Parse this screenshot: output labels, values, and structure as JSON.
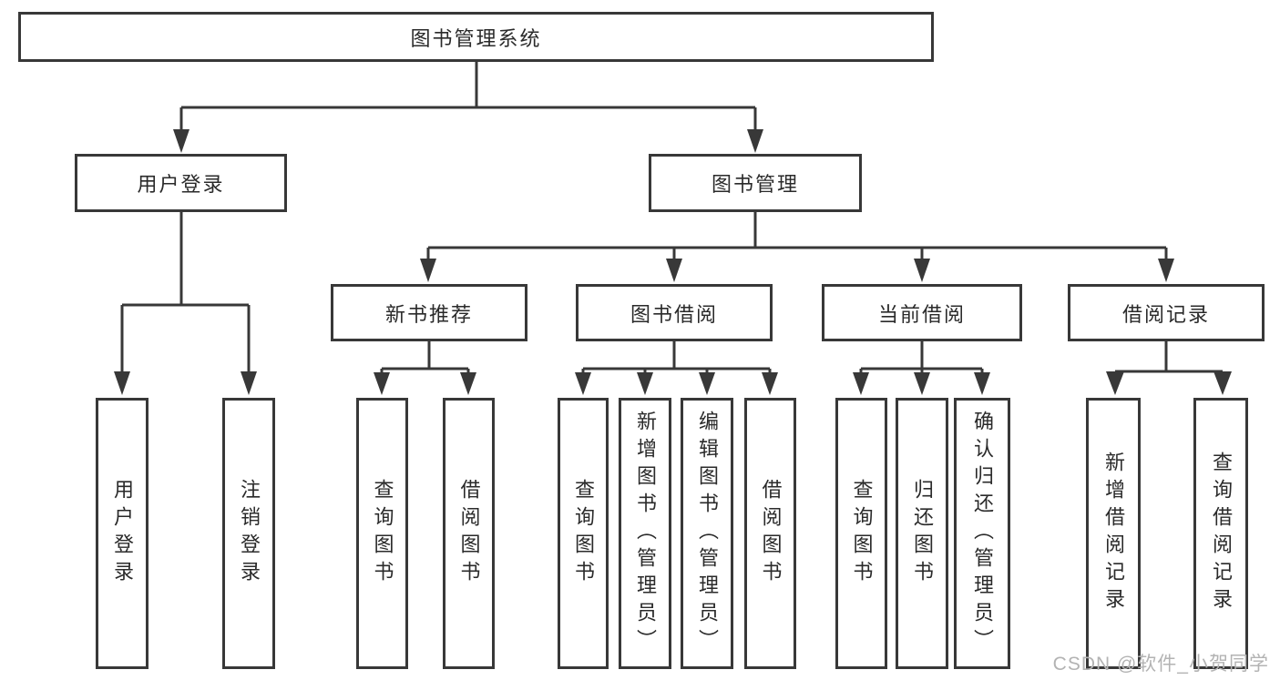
{
  "colors": {
    "line": "#383838",
    "text": "#2a2a2a",
    "background": "#ffffff",
    "watermark": "#b3b3b3"
  },
  "watermark": {
    "text": "CSDN @软件_小贺同学"
  },
  "tree": {
    "root": {
      "label": "图书管理系统",
      "children": [
        {
          "label": "用户登录",
          "children": [
            {
              "label": "用户登录"
            },
            {
              "label": "注销登录"
            }
          ]
        },
        {
          "label": "图书管理",
          "children": [
            {
              "label": "新书推荐",
              "children": [
                {
                  "label": "查询图书"
                },
                {
                  "label": "借阅图书"
                }
              ]
            },
            {
              "label": "图书借阅",
              "children": [
                {
                  "label": "查询图书"
                },
                {
                  "label": "新增图书（管理员）"
                },
                {
                  "label": "编辑图书（管理员）"
                },
                {
                  "label": "借阅图书"
                }
              ]
            },
            {
              "label": "当前借阅",
              "children": [
                {
                  "label": "查询图书"
                },
                {
                  "label": "归还图书"
                },
                {
                  "label": "确认归还（管理员）"
                }
              ]
            },
            {
              "label": "借阅记录",
              "children": [
                {
                  "label": "新增借阅记录"
                },
                {
                  "label": "查询借阅记录"
                }
              ]
            }
          ]
        }
      ]
    }
  }
}
